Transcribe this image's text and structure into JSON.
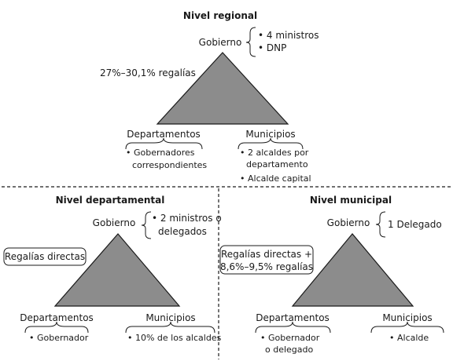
{
  "colors": {
    "triangle_fill": "#8c8c8c",
    "stroke": "#1a1a1a",
    "divider": "#1a1a1a",
    "background": "#ffffff"
  },
  "regional": {
    "title": "Nivel regional",
    "gobierno": "Gobierno",
    "gobierno_items": [
      "• 4 ministros",
      "• DNP"
    ],
    "regalias": "27%–30,1% regalías",
    "departamentos": "Departamentos",
    "departamentos_items": [
      "• Gobernadores",
      "correspondientes"
    ],
    "municipios": "Municipios",
    "municipios_items": [
      "• 2 alcaldes por",
      "departamento",
      "• Alcalde capital"
    ]
  },
  "departamental": {
    "title": "Nivel departamental",
    "gobierno": "Gobierno",
    "gobierno_items": [
      "• 2 ministros o",
      "delegados"
    ],
    "regalias": "Regalías directas",
    "departamentos": "Departamentos",
    "departamentos_items": [
      "• Gobernador"
    ],
    "municipios": "Municipios",
    "municipios_items": [
      "• 10% de los alcaldes"
    ]
  },
  "municipal": {
    "title": "Nivel municipal",
    "gobierno": "Gobierno",
    "gobierno_items": [
      "1 Delegado"
    ],
    "regalias": [
      "Regalías directas +",
      "8,6%–9,5% regalías"
    ],
    "departamentos": "Departamentos",
    "departamentos_items": [
      "• Gobernador",
      "o delegado"
    ],
    "municipios": "Municipios",
    "municipios_items": [
      "• Alcalde"
    ]
  }
}
